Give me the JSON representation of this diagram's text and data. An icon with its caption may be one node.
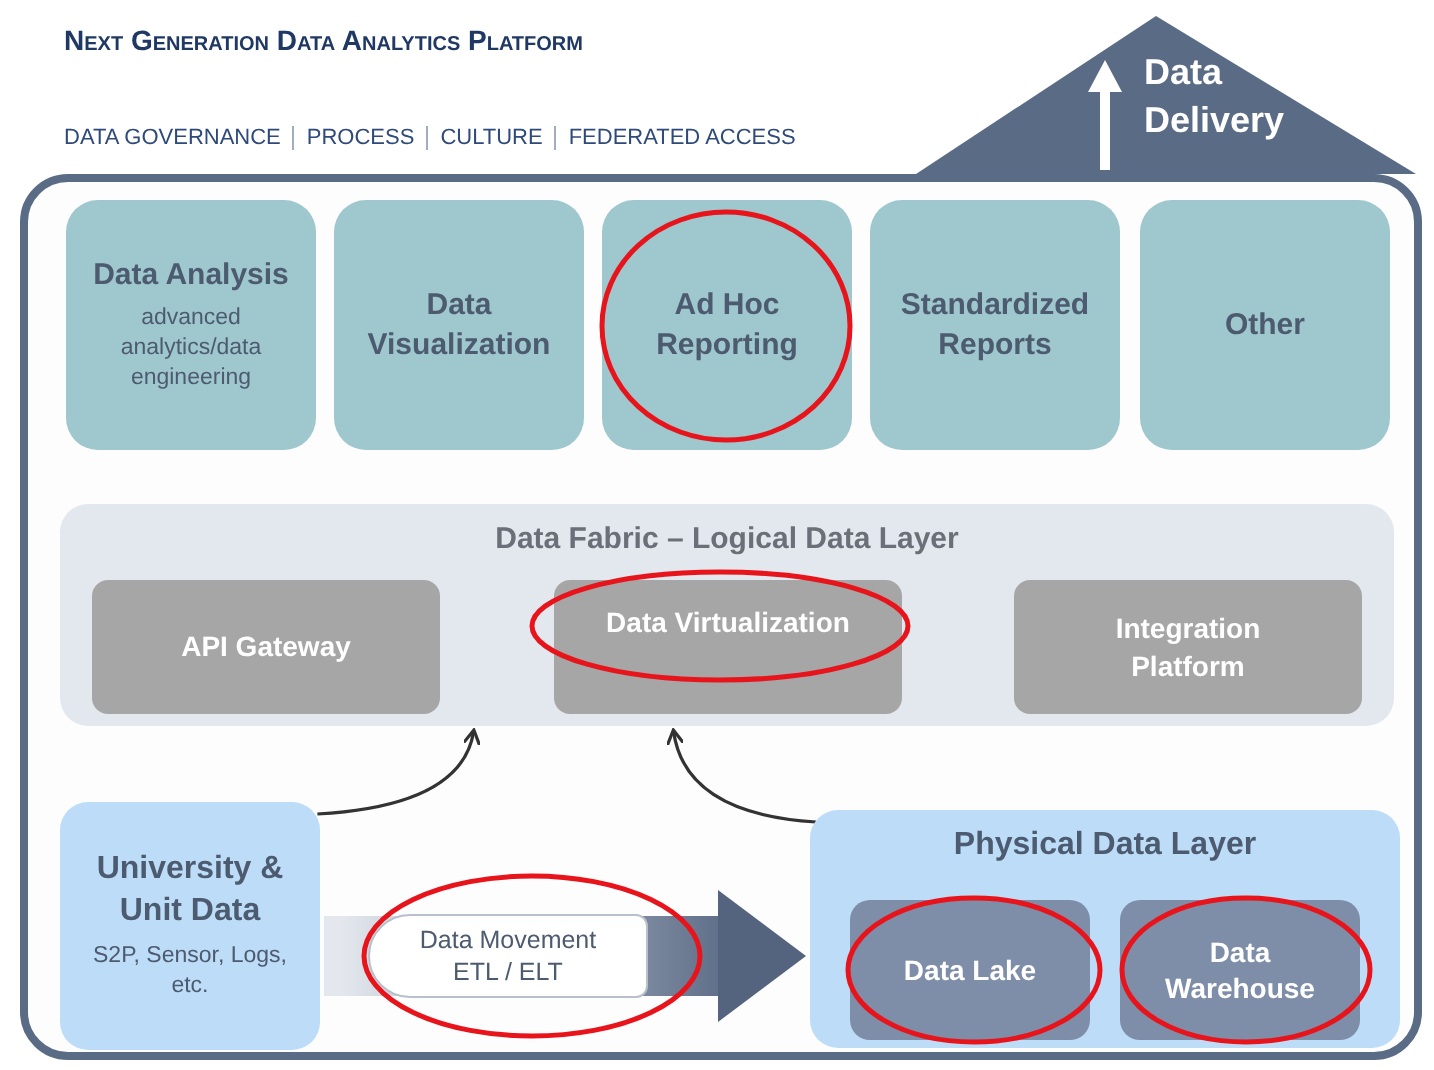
{
  "diagram": {
    "title": "Next Generation Data Analytics Platform",
    "nodes": [
      {
        "text": [
          "Data Delivery"
        ]
      },
      {
        "text": [
          "Data Analysis",
          "advanced analytics/data engineering"
        ]
      },
      {
        "text": [
          "Data Visualization"
        ]
      },
      {
        "text": [
          "Ad Hoc Reporting"
        ]
      },
      {
        "text": [
          "Standardized Reports"
        ]
      },
      {
        "text": [
          "Other"
        ]
      },
      {
        "text": [
          "Data Fabric – Logical Data Layer"
        ]
      },
      {
        "text": [
          "API Gateway"
        ],
        "in": 6
      },
      {
        "text": [
          "Data Virtualization"
        ],
        "in": 6
      },
      {
        "text": [
          "Integration Platform"
        ],
        "in": 6
      },
      {
        "text": [
          "University & Unit Data",
          "S2P, Sensor, Logs, etc."
        ]
      },
      {
        "text": [
          "Physical Data Layer"
        ]
      },
      {
        "text": [
          "Data Lake"
        ],
        "in": 11
      },
      {
        "text": [
          "Data Warehouse"
        ],
        "in": 11
      }
    ],
    "edges": [
      {
        "from": 10,
        "to": 6,
        "arrow": "to"
      },
      {
        "from": 11,
        "to": 6,
        "arrow": "to"
      },
      {
        "from": 10,
        "to": 11,
        "arrow": "to",
        "label": "Data Movement ETL / ELT",
        "style": "thick"
      }
    ],
    "labels": [
      "DATA GOVERNANCE",
      "PROCESS",
      "CULTURE",
      "FEDERATED ACCESS"
    ]
  }
}
